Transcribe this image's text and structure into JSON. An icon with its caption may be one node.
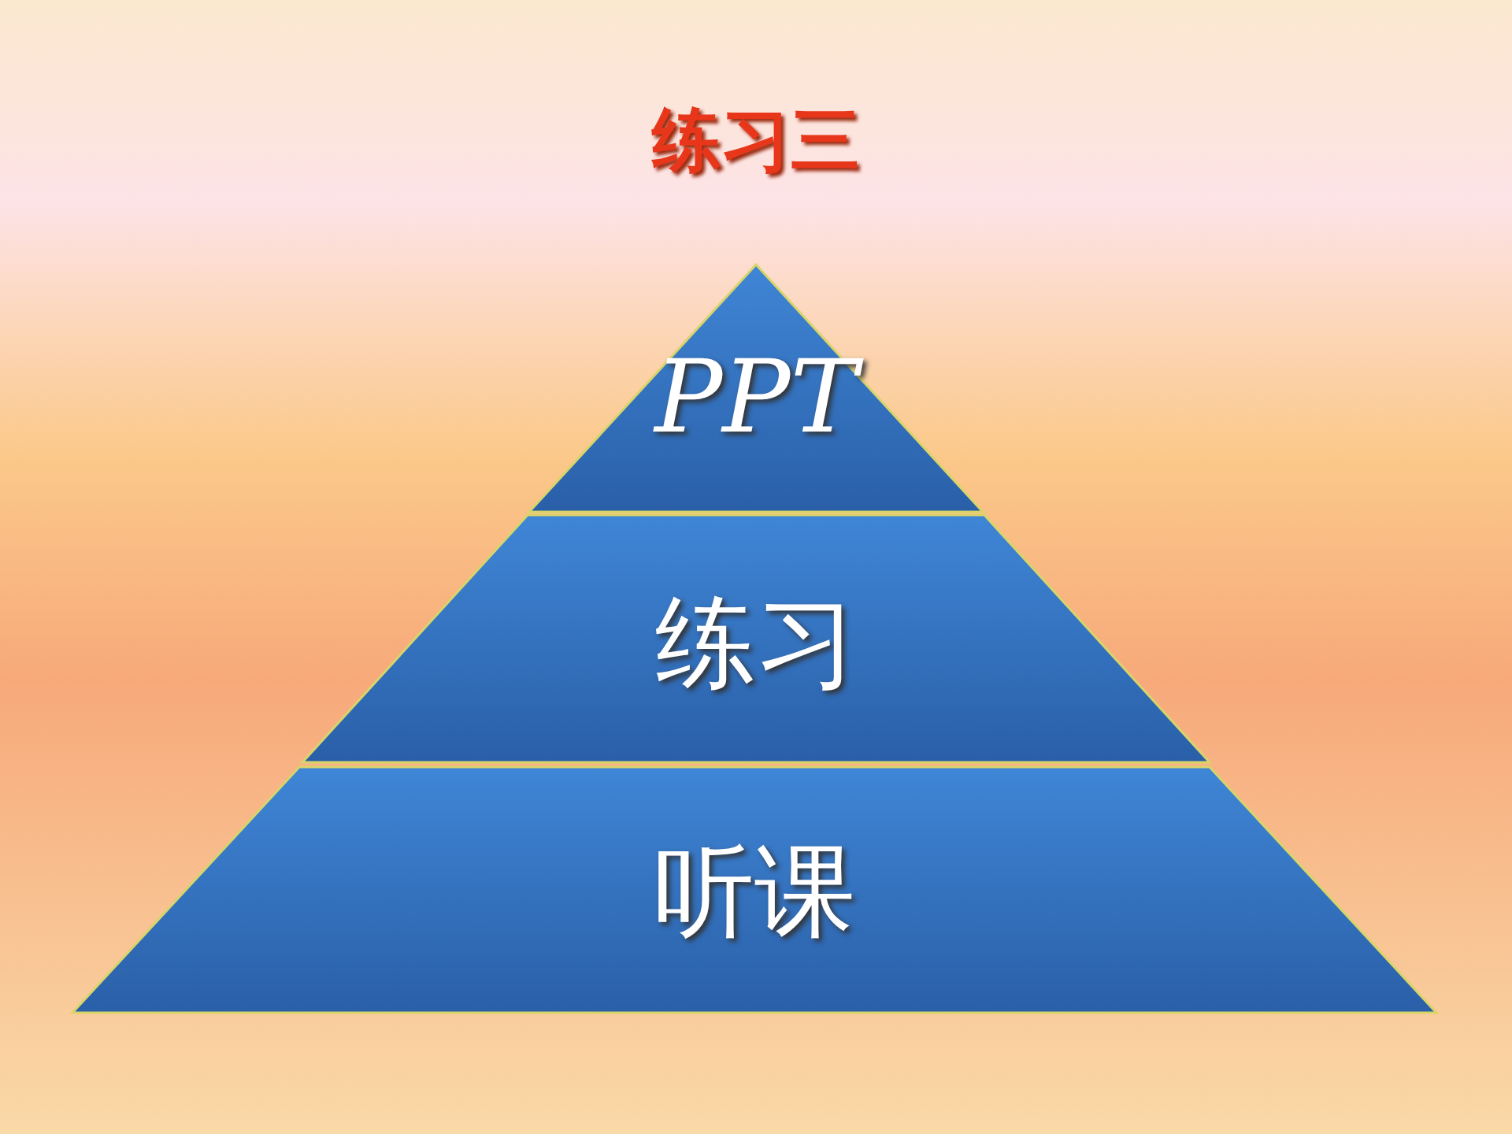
{
  "diagram": {
    "title": "练习三",
    "nodes": [
      {
        "text": [
          "PPT"
        ]
      },
      {
        "text": [
          "练习"
        ]
      },
      {
        "text": [
          "听课"
        ]
      }
    ]
  }
}
